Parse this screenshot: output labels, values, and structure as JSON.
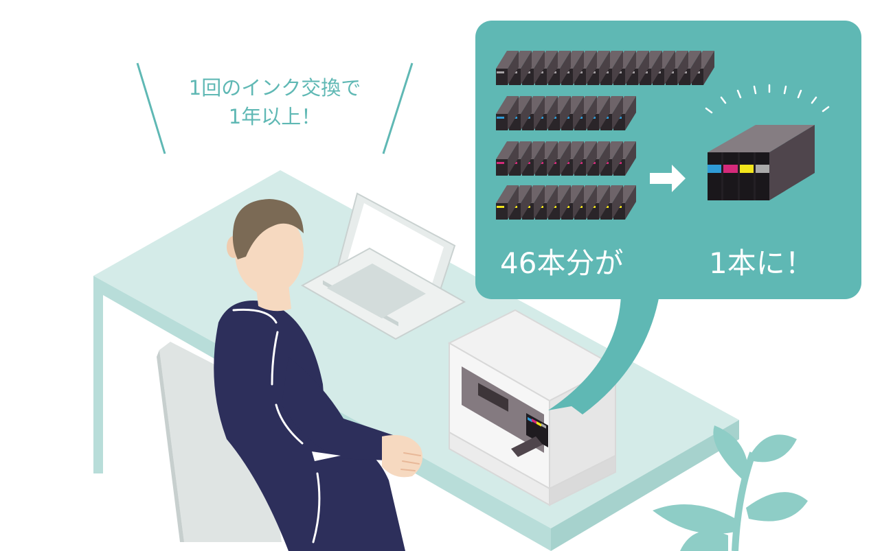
{
  "callout": {
    "line1": "1回のインク交換で",
    "line2": "1年以上！"
  },
  "bubble": {
    "before_label": "46本分が",
    "after_label": "1本に！"
  },
  "colors": {
    "bubble_teal": "#5fb8b4",
    "desk_top": "#d2e9e6",
    "desk_side": "#a9d3cf",
    "suit": "#2d2f5b",
    "hair": "#7b6a55",
    "skin": "#f6d9c0",
    "cartridge": "#5a4f57",
    "cyan": "#2f9bd6",
    "magenta": "#d42a7a",
    "yellow": "#f2e51c",
    "plant": "#8ecdc6"
  },
  "cartridge_rows": [
    {
      "count": 16,
      "band": "gray"
    },
    {
      "count": 10,
      "band": "cyan"
    },
    {
      "count": 10,
      "band": "magenta"
    },
    {
      "count": 10,
      "band": "yellow"
    }
  ]
}
